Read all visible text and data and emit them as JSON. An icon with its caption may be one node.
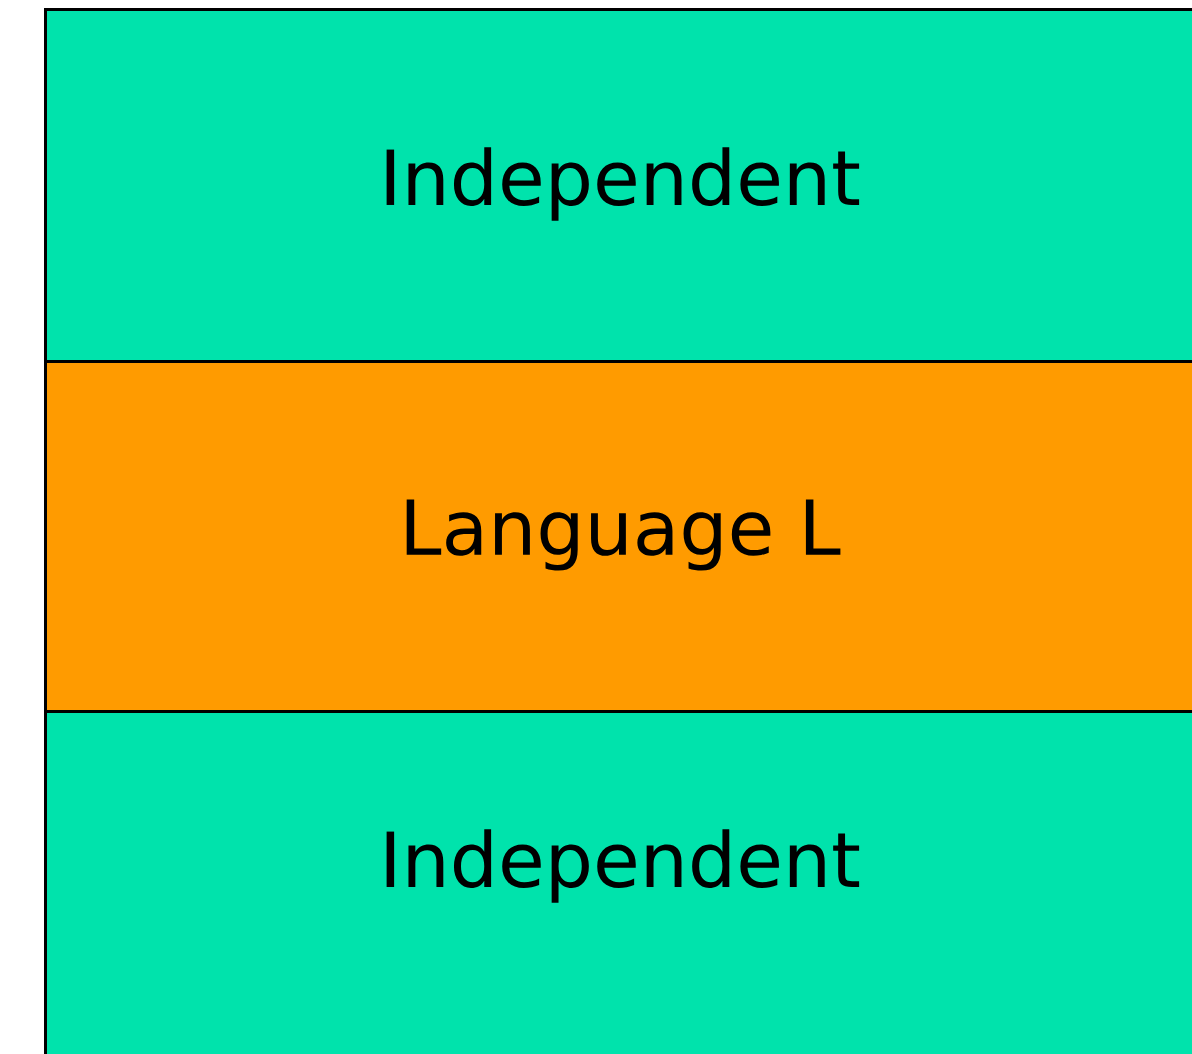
{
  "diagram": {
    "nodes": [
      {
        "text": [
          "Independent"
        ]
      },
      {
        "text": [
          "Language L"
        ]
      },
      {
        "text": [
          "Independent"
        ]
      }
    ]
  }
}
